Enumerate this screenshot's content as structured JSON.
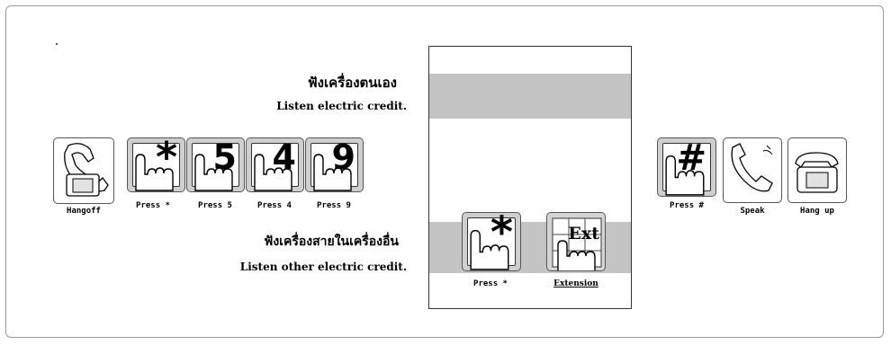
{
  "left_section": {
    "thai_heading": "ฟังเครื่องตนเอง",
    "english_heading": "Listen electric credit.",
    "captions": {
      "hangoff": "Hangoff",
      "press_star": "Press *",
      "press_5": "Press 5",
      "press_4": "Press 4",
      "press_9": "Press 9"
    },
    "keys": {
      "star": "*",
      "five": "5",
      "four": "4",
      "nine": "9"
    },
    "thai_heading_2": "ฟังเครื่องสายในเครื่องอื่น",
    "english_heading_2": "Listen other electric credit."
  },
  "phone_panel": {
    "key_star": "*",
    "key_ext": "Ext",
    "caption_star": "Press *",
    "caption_ext": "Extension"
  },
  "right_section": {
    "key_hash": "#",
    "captions": {
      "press_hash": "Press #",
      "speak": "Speak",
      "hang_up": "Hang up"
    }
  }
}
